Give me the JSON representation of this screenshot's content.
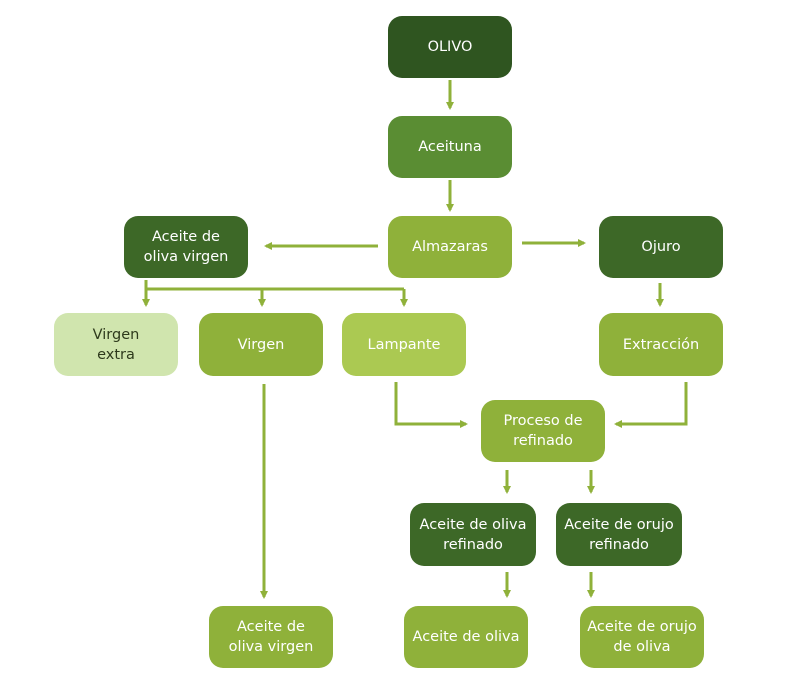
{
  "nodes": {
    "olivo": "OLIVO",
    "aceituna": "Aceituna",
    "almazaras": "Almazaras",
    "aceite_oliva_virgen_top": "Aceite de\noliva virgen",
    "ojuro": "Ojuro",
    "virgen_extra": "Virgen\nextra",
    "virgen": "Virgen",
    "lampante": "Lampante",
    "extraccion": "Extracción",
    "proceso_refinado": "Proceso de\nrefinado",
    "aceite_oliva_refinado": "Aceite de oliva\nrefinado",
    "aceite_orujo_refinado": "Aceite de orujo\nrefinado",
    "aceite_oliva_virgen_bottom": "Aceite de\noliva virgen",
    "aceite_oliva": "Aceite de oliva",
    "aceite_orujo_oliva": "Aceite de orujo\nde oliva"
  },
  "colors": {
    "darkest": "#2f5520",
    "dark": "#3d6827",
    "mid": "#5a8d33",
    "lime": "#8fb13a",
    "pale": "#abc952",
    "light": "#d0e5ae",
    "arrow": "#8fb13a"
  }
}
